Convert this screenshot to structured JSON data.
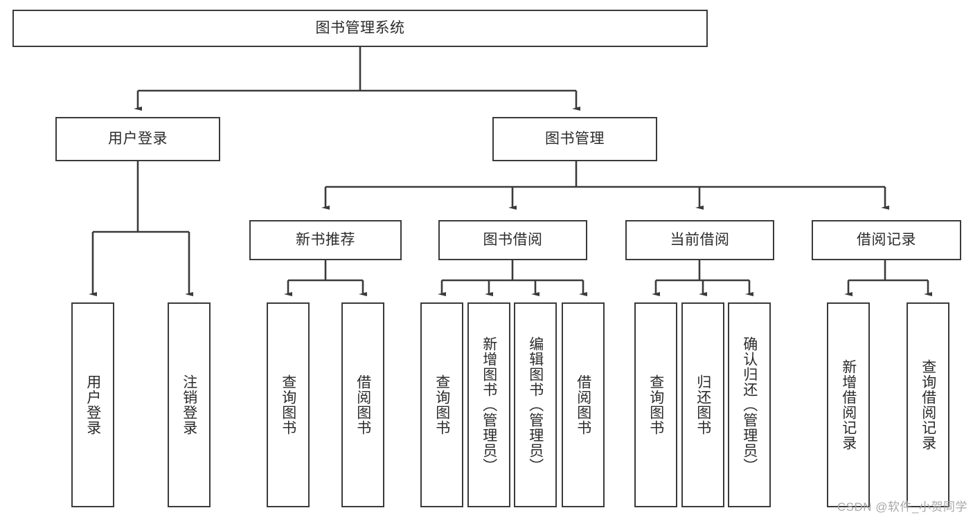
{
  "diagram": {
    "title": "图书管理系统",
    "type": "tree-hierarchy",
    "root": {
      "label": "图书管理系统"
    },
    "level2": [
      {
        "label": "用户登录"
      },
      {
        "label": "图书管理"
      }
    ],
    "level3": [
      {
        "label": "新书推荐"
      },
      {
        "label": "图书借阅"
      },
      {
        "label": "当前借阅"
      },
      {
        "label": "借阅记录"
      }
    ],
    "leaves_user_login": [
      {
        "label": "用户登录"
      },
      {
        "label": "注销登录"
      }
    ],
    "leaves_new_book": [
      {
        "label": "查询图书"
      },
      {
        "label": "借阅图书"
      }
    ],
    "leaves_borrow": [
      {
        "label": "查询图书"
      },
      {
        "label": "新增图书（管理员）"
      },
      {
        "label": "编辑图书（管理员）"
      },
      {
        "label": "借阅图书"
      }
    ],
    "leaves_current": [
      {
        "label": "查询图书"
      },
      {
        "label": "归还图书"
      },
      {
        "label": "确认归还（管理员）"
      }
    ],
    "leaves_record": [
      {
        "label": "新增借阅记录"
      },
      {
        "label": "查询借阅记录"
      }
    ]
  },
  "colors": {
    "stroke": "#3a3a3a",
    "text": "#2b2b2b",
    "background": "#ffffff",
    "watermark": "#a8a8a8"
  },
  "watermark": {
    "text": "CSDN @软件_小贺同学"
  }
}
